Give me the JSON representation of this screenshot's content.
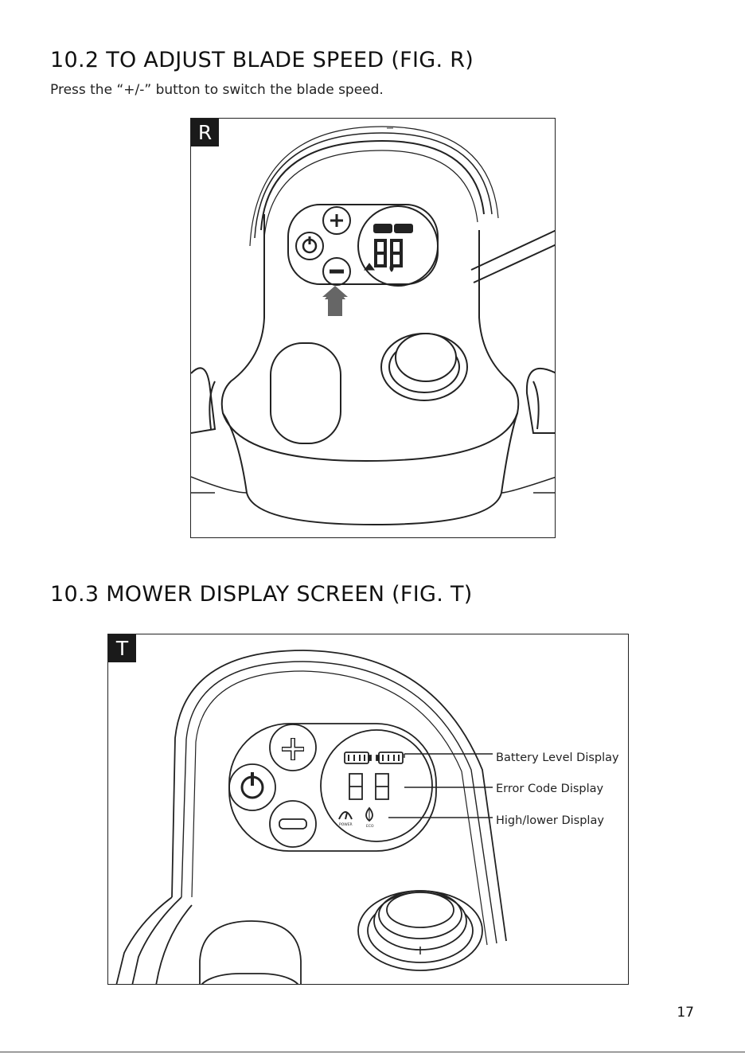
{
  "section_adjust": {
    "title": "10.2 TO ADJUST BLADE SPEED (FIG. R)",
    "instruction": "Press the “+/-” button to switch the blade speed.",
    "figure_label": "R"
  },
  "section_display": {
    "title": "10.3 MOWER DISPLAY SCREEN (FIG. T)",
    "figure_label": "T",
    "callouts": {
      "battery": "Battery Level Display",
      "error": "Error Code Display",
      "high_low": "High/lower Display"
    },
    "icon_captions": {
      "power": "POWER",
      "eco": "ECO"
    }
  },
  "page_number": "17"
}
